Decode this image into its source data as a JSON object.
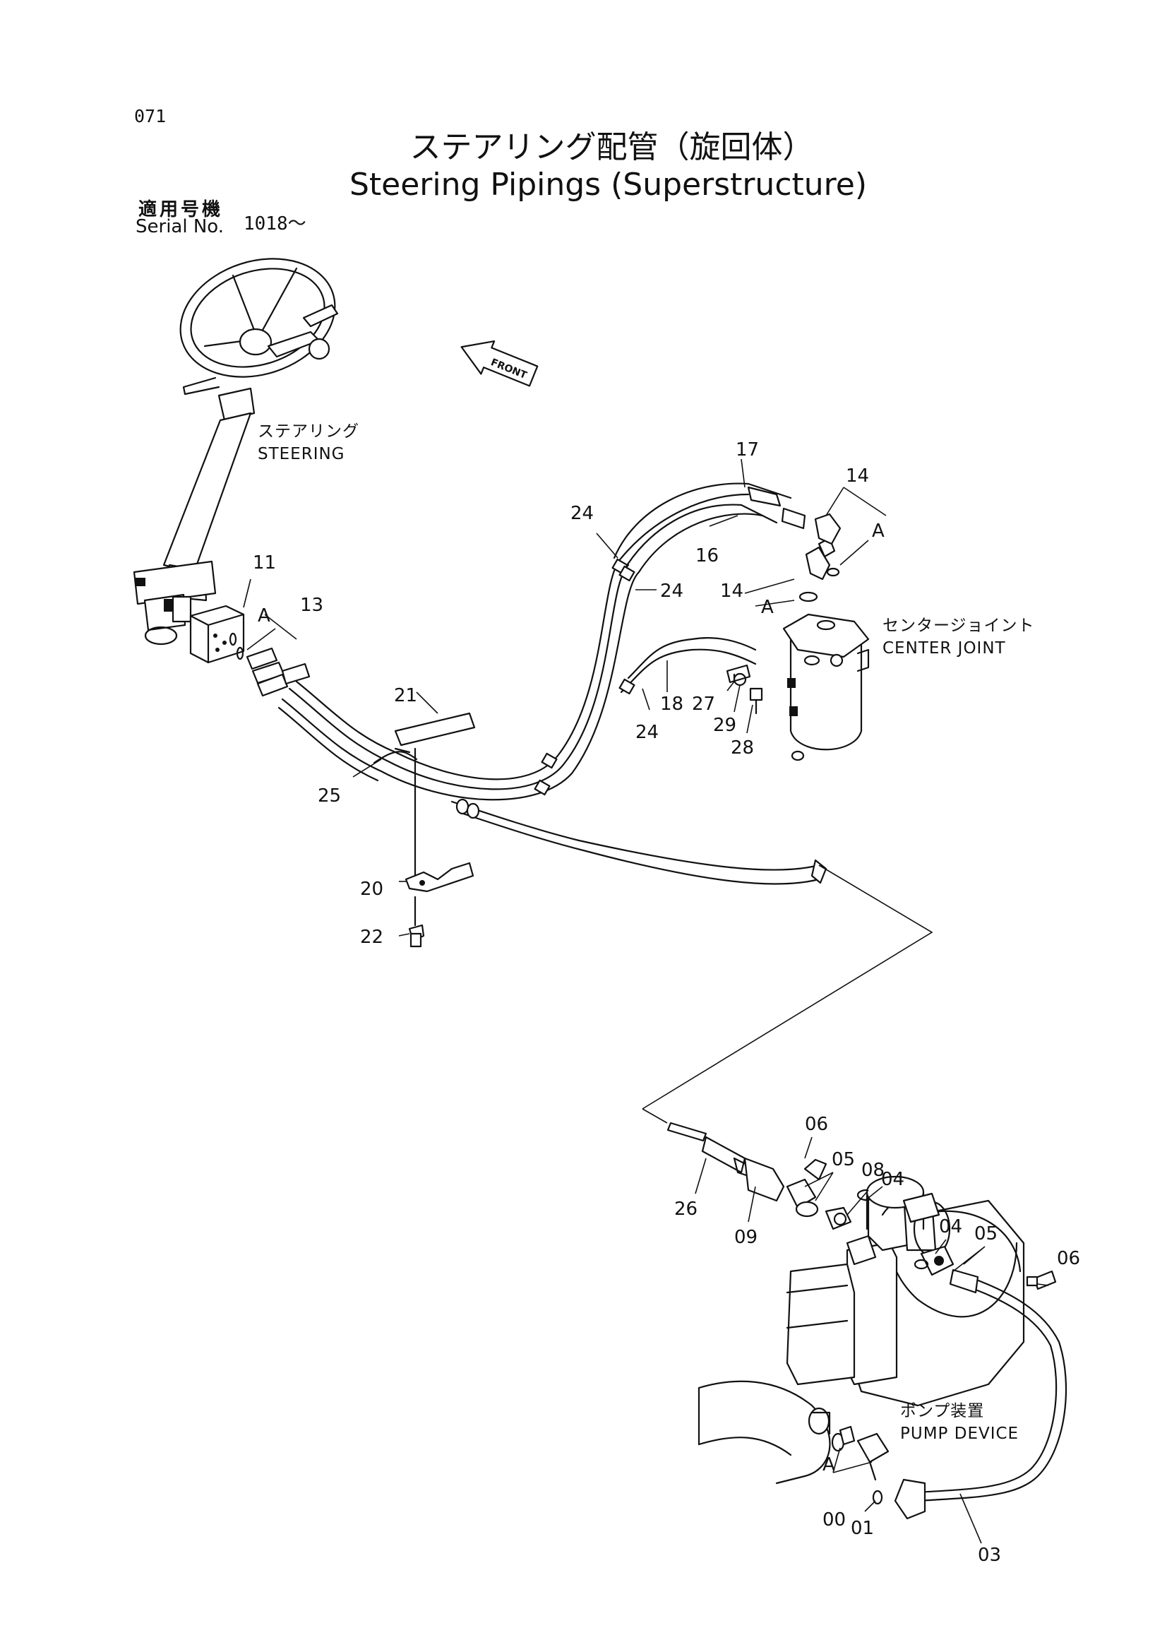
{
  "page_number": "071",
  "title_jp": "ステアリング配管（旋回体）",
  "title_en": "Steering Pipings (Superstructure)",
  "serial": {
    "label_jp": "適用号機",
    "label_en": "Serial No.",
    "value": "1018～"
  },
  "front_arrow": "FRONT",
  "components": {
    "steering_jp": "ステアリング",
    "steering_en": "STEERING",
    "center_joint_jp": "センタージョイント",
    "center_joint_en": "CENTER JOINT",
    "pump_jp": "ポンプ装置",
    "pump_en": "PUMP DEVICE"
  },
  "callouts": {
    "c11": "11",
    "c13": "13",
    "a1": "A",
    "c21": "21",
    "c25": "25",
    "c20": "20",
    "c22": "22",
    "c24a": "24",
    "c24b": "24",
    "c24c": "24",
    "c17": "17",
    "c16": "16",
    "c14a": "14",
    "c14b": "14",
    "a2": "A",
    "a3": "A",
    "c18": "18",
    "c27": "27",
    "c29": "29",
    "c28": "28",
    "c06a": "06",
    "c05a": "05",
    "c08": "08",
    "c04a": "04",
    "c26": "26",
    "c09": "09",
    "c04b": "04",
    "c05b": "05",
    "c06b": "06",
    "a4": "A",
    "c00": "00",
    "c01": "01",
    "c03": "03"
  }
}
